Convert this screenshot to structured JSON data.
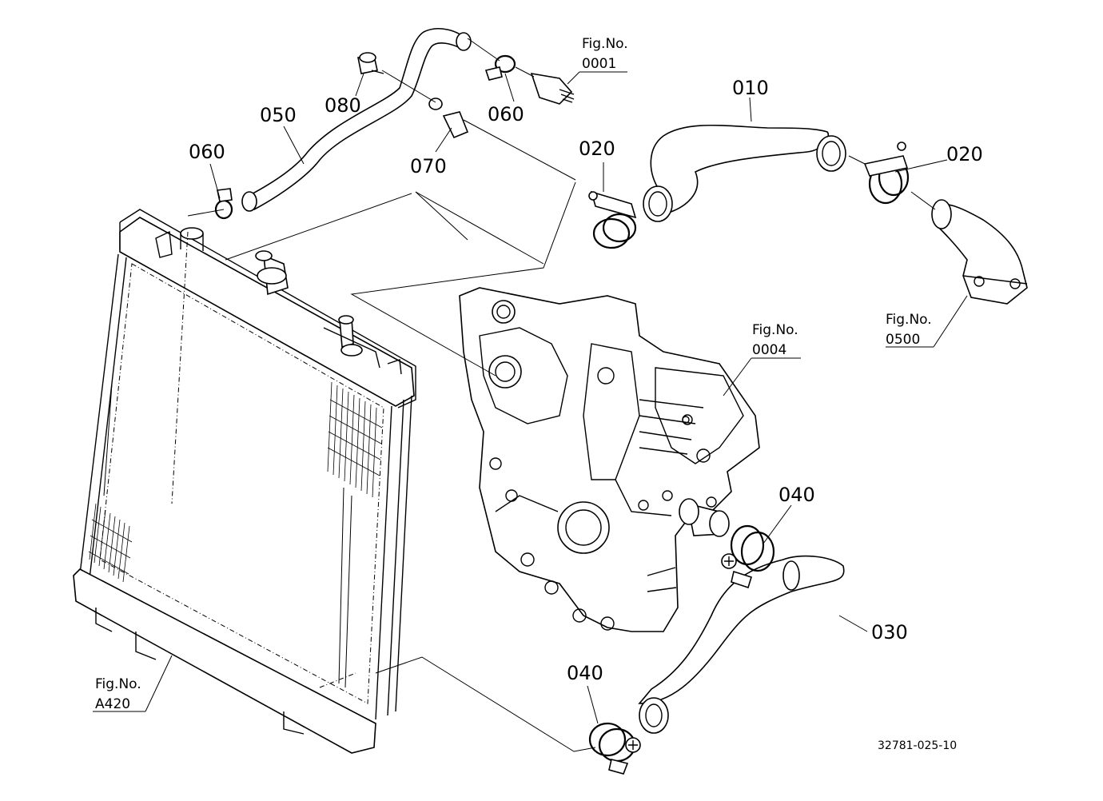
{
  "labels": {
    "p010": "010",
    "p020a": "020",
    "p020b": "020",
    "p030": "030",
    "p040a": "040",
    "p040b": "040",
    "p050": "050",
    "p060a": "060",
    "p060b": "060",
    "p070": "070",
    "p080": "080"
  },
  "figrefs": {
    "f0001": {
      "title": "Fig.No.",
      "num": "0001"
    },
    "f0500": {
      "title": "Fig.No.",
      "num": "0500"
    },
    "f0004": {
      "title": "Fig.No.",
      "num": "0004"
    },
    "fA420": {
      "title": "Fig.No.",
      "num": "A420"
    }
  },
  "drawing_code": "32781-025-10"
}
